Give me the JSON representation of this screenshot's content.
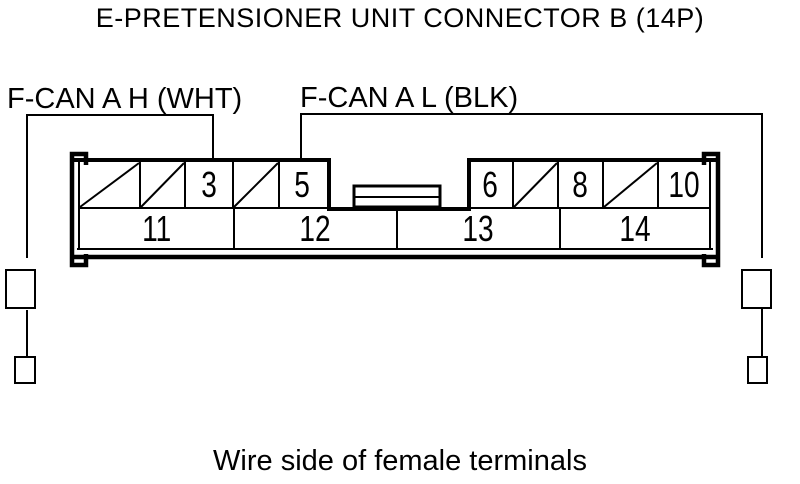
{
  "title": "E-PRETENSIONER UNIT CONNECTOR B (14P)",
  "caption": "Wire side of female terminals",
  "colors": {
    "foreground": "#000000",
    "background": "#ffffff"
  },
  "wire_labels": {
    "fcan_a_h": "F-CAN A H (WHT)",
    "fcan_a_l": "F-CAN A L (BLK)"
  },
  "connector": {
    "pin_count_label": "14P",
    "view": "wire side, female terminals",
    "top_row": [
      {
        "pin": "",
        "blocked": true
      },
      {
        "pin": "",
        "blocked": true
      },
      {
        "pin": "3",
        "blocked": false
      },
      {
        "pin": "",
        "blocked": true
      },
      {
        "pin": "5",
        "blocked": false
      },
      {
        "pin": "6",
        "blocked": false
      },
      {
        "pin": "",
        "blocked": true
      },
      {
        "pin": "8",
        "blocked": false
      },
      {
        "pin": "",
        "blocked": true
      },
      {
        "pin": "10",
        "blocked": false
      }
    ],
    "bottom_row": [
      {
        "pin": "11"
      },
      {
        "pin": "12"
      },
      {
        "pin": "13"
      },
      {
        "pin": "14"
      }
    ],
    "wires": [
      {
        "signal": "F-CAN A H",
        "color": "WHT",
        "pin": "3"
      },
      {
        "signal": "F-CAN A L",
        "color": "BLK",
        "pin": "5"
      }
    ]
  }
}
